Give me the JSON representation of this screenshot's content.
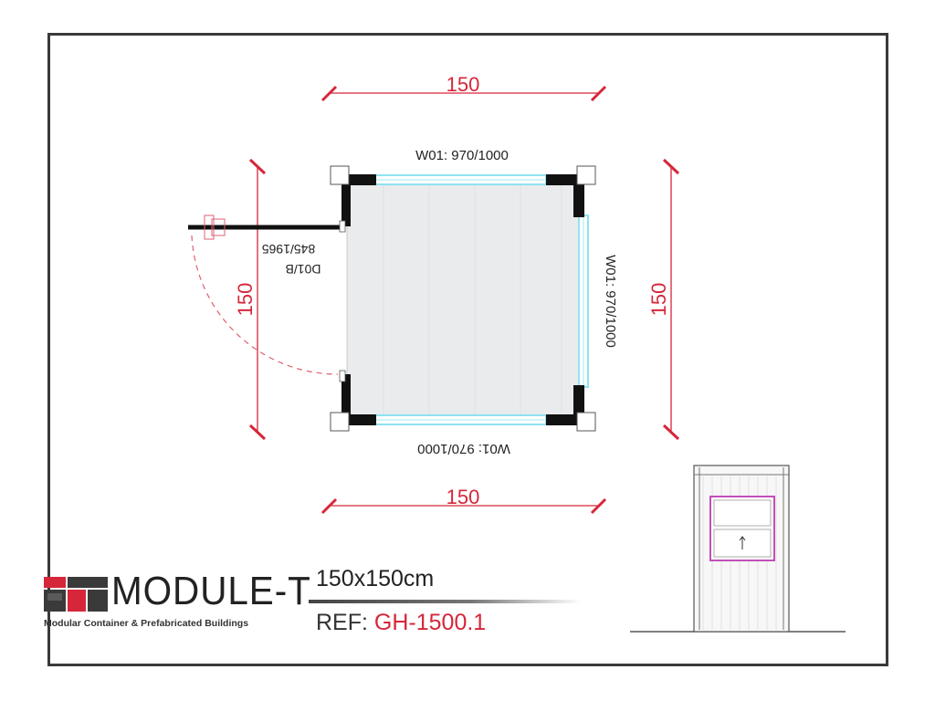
{
  "plan": {
    "dim_top": "150",
    "dim_bottom": "150",
    "dim_left": "150",
    "dim_right": "150",
    "window_top": "W01: 970/1000",
    "window_right": "W01: 970/1000",
    "window_bottom": "W01: 970/1000",
    "door_code": "D01/B",
    "door_size": "845/1965"
  },
  "brand": {
    "name": "MODULE-T",
    "tagline": "Modular Container & Prefabricated Buildings"
  },
  "spec": {
    "size": "150x150cm",
    "ref_label": "REF:",
    "ref_code": "GH-1500.1"
  },
  "colors": {
    "dimension": "#d6263a",
    "window_glass": "#8fe3f0",
    "brand_red": "#d6263a",
    "brand_dark": "#3a3a3a",
    "elevation_window": "#c24fb8"
  }
}
